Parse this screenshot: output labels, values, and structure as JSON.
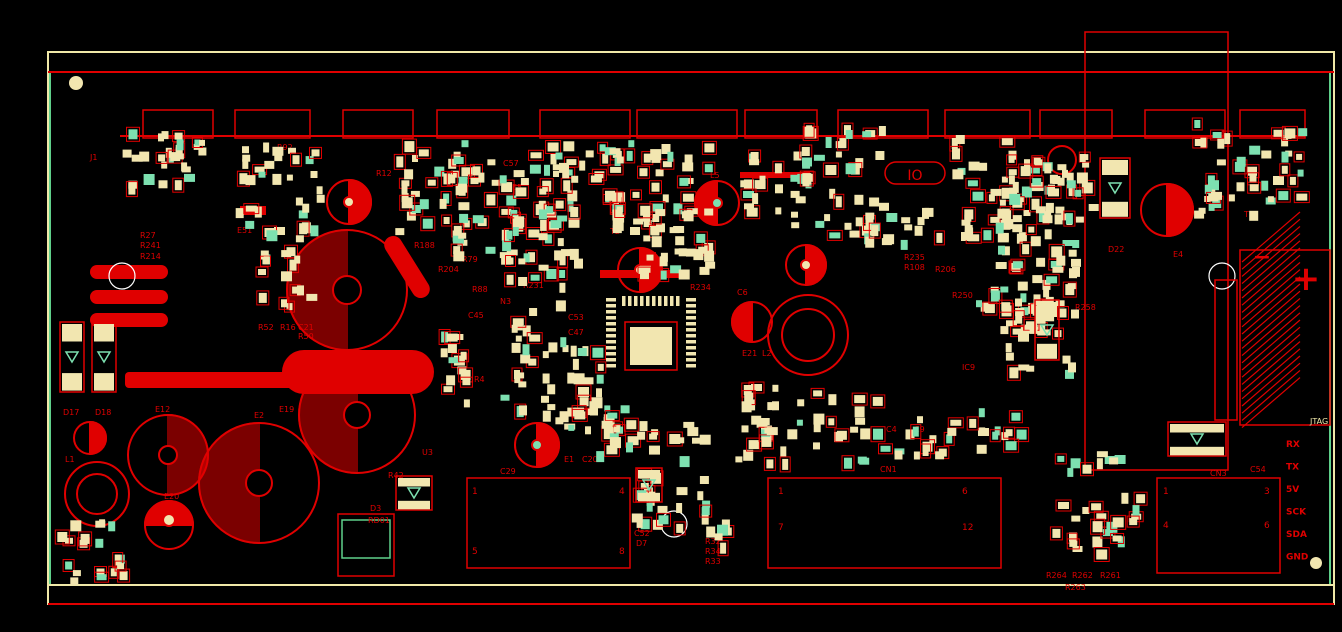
{
  "colors": {
    "background": "#000000",
    "copper": "#e00000",
    "copper_bright": "#ff1a1a",
    "outline": "#f0e8a8",
    "pad": "#f2e6b0",
    "pad_mint": "#7de0b0",
    "board_edge_green": "#5fd08a",
    "white": "#ffffff"
  },
  "labels": {
    "j1": "J1",
    "r27": "R27",
    "r241": "R241",
    "r214": "R214",
    "r52": "R52",
    "r16": "R16",
    "r50": "R50",
    "c21": "C21",
    "e51": "E51",
    "r92": "R92",
    "r12": "R12",
    "e5": "E5",
    "c57": "C57",
    "r188": "R188",
    "r79": "R79",
    "r204": "R204",
    "r88": "R88",
    "n3": "N3",
    "c45": "C45",
    "r231": "R231",
    "t2": "T2",
    "l5": "L5",
    "r234": "R234",
    "c6": "C6",
    "c47": "C47",
    "c53": "C53",
    "e21": "E21",
    "l2": "L2",
    "r235": "R235",
    "r108": "R108",
    "r206": "R206",
    "r250": "R250",
    "d22": "D22",
    "e4": "E4",
    "t3": "T3",
    "r258": "R258",
    "ic9": "IC9",
    "c4": "C4",
    "c9": "C9",
    "cn1": "CN1",
    "cn3": "CN3",
    "c54": "C54",
    "d17": "D17",
    "d18": "D18",
    "e12": "E12",
    "e2": "E2",
    "e19": "E19",
    "l1": "L1",
    "e20": "E20",
    "d3": "D3",
    "rd01": "RD01",
    "u3": "U3",
    "r4": "R4",
    "c29": "C29",
    "c20": "C20",
    "e1": "E1",
    "r42": "R42",
    "c52": "C52",
    "d7": "D7",
    "r32": "R32",
    "r33": "R33",
    "r34": "R34",
    "r264": "R264",
    "r262": "R262",
    "r261": "R261",
    "r263": "R263",
    "jtag": "JTAG",
    "ic_box_marker": "IO",
    "cn_pin_1": "1",
    "cn_pin_4": "4",
    "cn_pin_5": "5",
    "cn_pin_8": "8",
    "cn_pin_6": "6",
    "cn_pin_7": "7",
    "cn_pin_12": "12",
    "cn_pin_3": "3",
    "cn_pin_1b": "1",
    "cn_pin_1c": "1",
    "cn_pin_4b": "4",
    "cn_pin_6b": "6",
    "plus": "+",
    "minus": "−"
  },
  "jtag_pins": [
    "RX",
    "TX",
    "5V",
    "SCK",
    "SDA",
    "GND"
  ]
}
